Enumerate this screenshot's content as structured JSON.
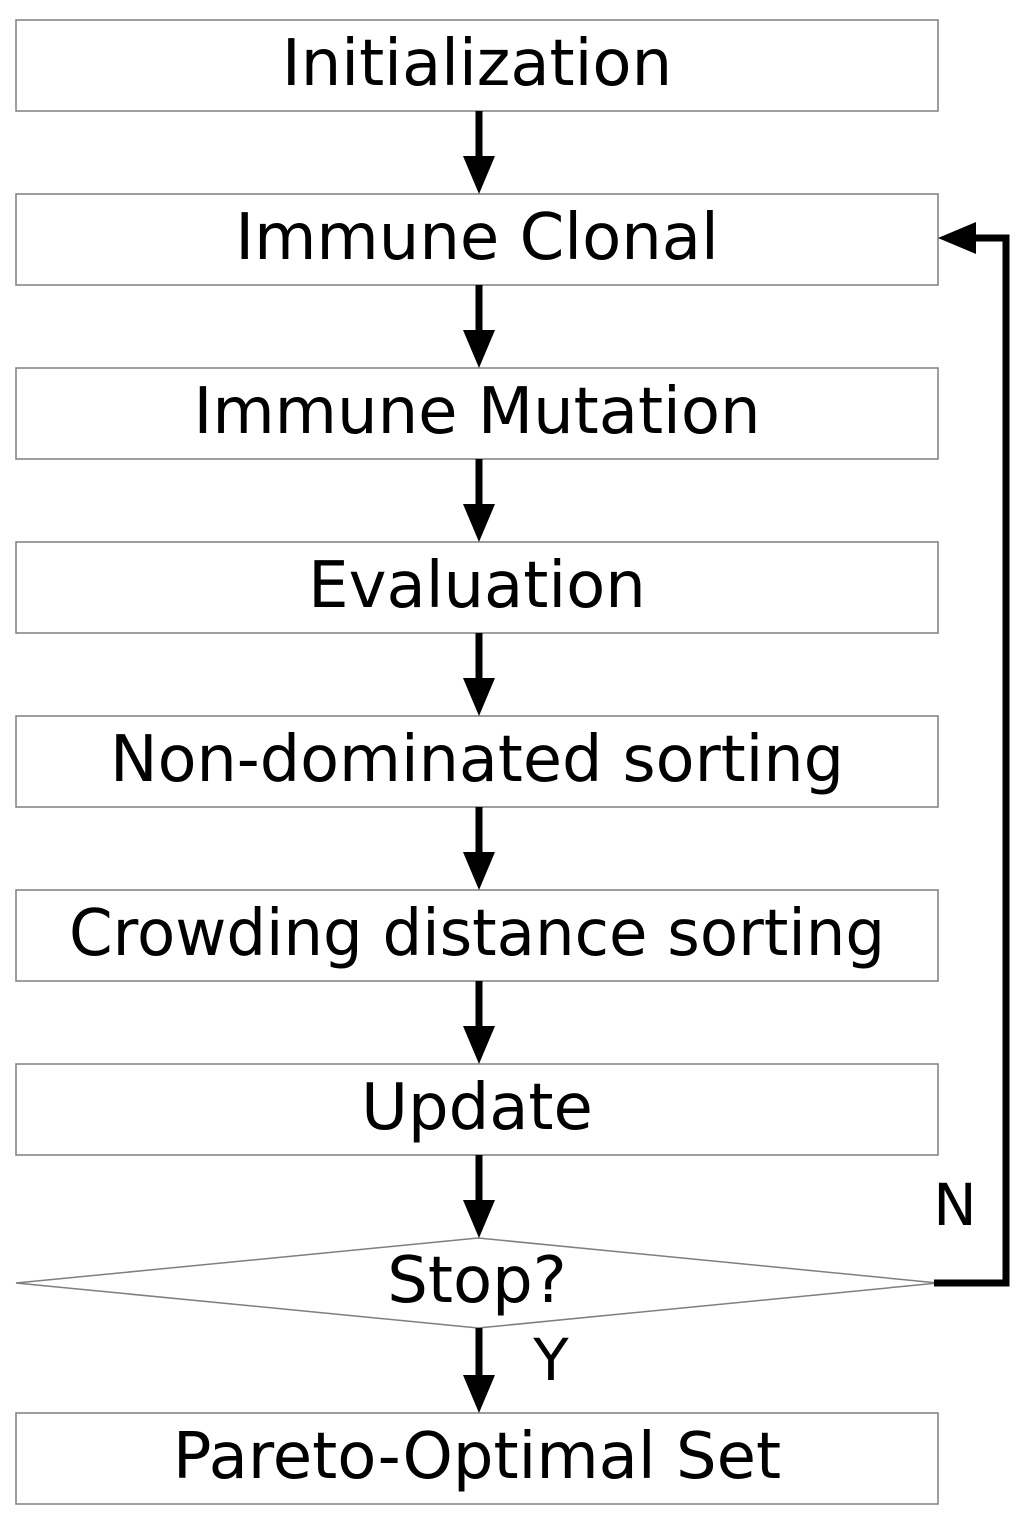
{
  "steps": [
    {
      "id": "initialization",
      "label": "Initialization"
    },
    {
      "id": "immune-clonal",
      "label": "Immune Clonal"
    },
    {
      "id": "immune-mutation",
      "label": "Immune Mutation"
    },
    {
      "id": "evaluation",
      "label": "Evaluation"
    },
    {
      "id": "non-dominated-sorting",
      "label": "Non-dominated sorting"
    },
    {
      "id": "crowding-distance-sorting",
      "label": "Crowding distance sorting"
    },
    {
      "id": "update",
      "label": "Update"
    }
  ],
  "decision": {
    "label": "Stop?",
    "yes_label": "Y",
    "no_label": "N"
  },
  "result": {
    "label": "Pareto-Optimal Set"
  }
}
